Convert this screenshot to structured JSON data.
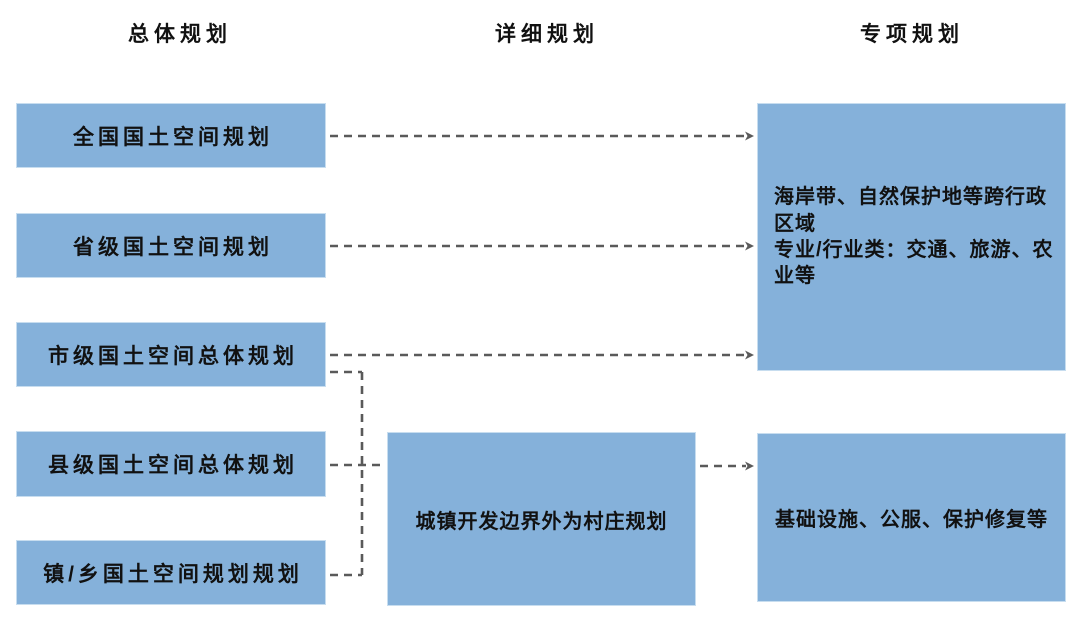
{
  "headers": {
    "overall": "总体规划",
    "detailed": "详细规划",
    "special": "专项规划"
  },
  "overall_boxes": [
    {
      "label": "全国国土空间规划"
    },
    {
      "label": "省级国土空间规划"
    },
    {
      "label": "市级国土空间总体规划"
    },
    {
      "label": "县级国土空间总体规划"
    },
    {
      "label": "镇/乡国土空间规划规划"
    }
  ],
  "detailed_box": {
    "label": "城镇开发边界外为村庄规划"
  },
  "special_boxes": {
    "cross_regional": {
      "line1": "海岸带、自然保护地等跨行政区域",
      "line2": "专业/行业类：交通、旅游、农业等"
    },
    "infrastructure": {
      "label": "基础设施、公服、保护修复等"
    }
  },
  "colors": {
    "box_fill": "#85b1da",
    "box_border": "#c7ddef",
    "connector": "#5a5a5a",
    "text": "#111111",
    "background": "#ffffff"
  }
}
